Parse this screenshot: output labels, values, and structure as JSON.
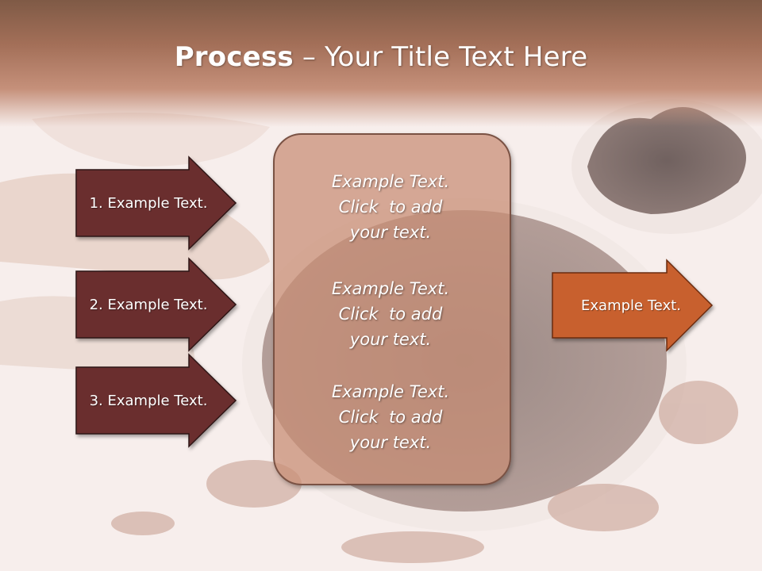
{
  "slide": {
    "title_bold": "Process",
    "title_rest": " – Your Title Text Here"
  },
  "left_arrows": [
    {
      "label": "1. Example Text."
    },
    {
      "label": "2. Example Text."
    },
    {
      "label": "3. Example Text."
    }
  ],
  "center_items": [
    {
      "line1": "Example Text.",
      "line2": "Click  to add",
      "line3": "your text."
    },
    {
      "line1": "Example Text.",
      "line2": "Click  to add",
      "line3": "your text."
    },
    {
      "line1": "Example Text.",
      "line2": "Click  to add",
      "line3": "your text."
    }
  ],
  "right_arrow": {
    "label": "Example Text."
  },
  "colors": {
    "left_arrow_fill": "#6b2f2f",
    "right_arrow_fill": "#c8602f",
    "center_box_fill": "#c89078",
    "title_band": "#a36f58"
  }
}
